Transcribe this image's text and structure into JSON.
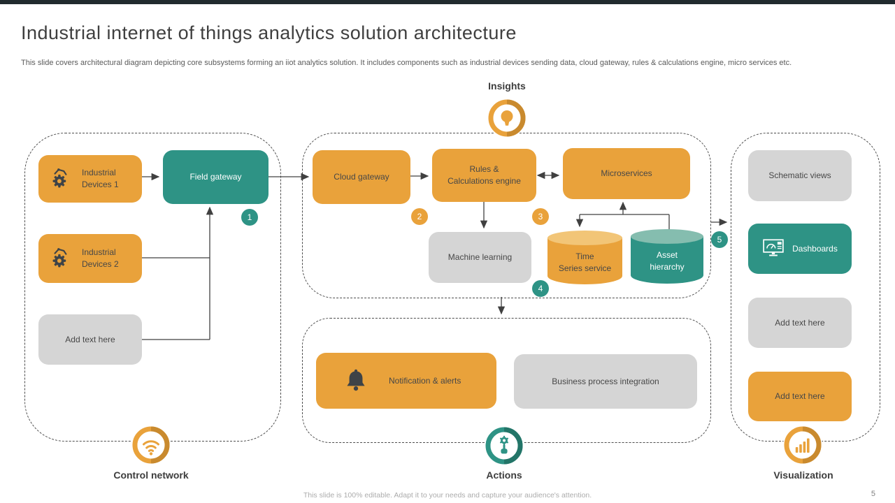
{
  "slide": {
    "title": "Industrial internet of things analytics solution architecture",
    "subtitle": "This slide covers architectural diagram depicting core subsystems forming an iiot analytics solution. It includes components such as industrial devices sending data, cloud gateway, rules & calculations engine, micro services etc.",
    "footer": "This slide is 100% editable. Adapt it to your needs and capture your audience's attention.",
    "page_number": "5"
  },
  "sections": {
    "insights": {
      "label": "Insights"
    },
    "control_network": {
      "label": "Control network"
    },
    "actions": {
      "label": "Actions"
    },
    "visualization": {
      "label": "Visualization"
    }
  },
  "nodes": {
    "industrial_devices_1": {
      "label": "Industrial\nDevices 1"
    },
    "industrial_devices_2": {
      "label": "Industrial\nDevices 2"
    },
    "add_text_left": {
      "label": "Add text here"
    },
    "field_gateway": {
      "label": "Field gateway"
    },
    "cloud_gateway": {
      "label": "Cloud gateway"
    },
    "rules_engine": {
      "label": "Rules &\nCalculations engine"
    },
    "microservices": {
      "label": "Microservices"
    },
    "machine_learning": {
      "label": "Machine learning"
    },
    "time_series": {
      "label": "Time\nSeries service"
    },
    "asset_hierarchy": {
      "label": "Asset\nhierarchy"
    },
    "notification_alerts": {
      "label": "Notification & alerts"
    },
    "business_process": {
      "label": "Business process integration"
    },
    "schematic_views": {
      "label": "Schematic views"
    },
    "dashboards": {
      "label": "Dashboards"
    },
    "add_text_viz_1": {
      "label": "Add text here"
    },
    "add_text_viz_2": {
      "label": "Add text here"
    }
  },
  "badges": [
    "1",
    "2",
    "3",
    "4",
    "5"
  ],
  "colors": {
    "orange": "#E9A23B",
    "orange_light": "#F2C577",
    "teal": "#2E9385",
    "teal_light": "#85BDAF",
    "gray": "#D5D5D5",
    "line": "#404040"
  }
}
